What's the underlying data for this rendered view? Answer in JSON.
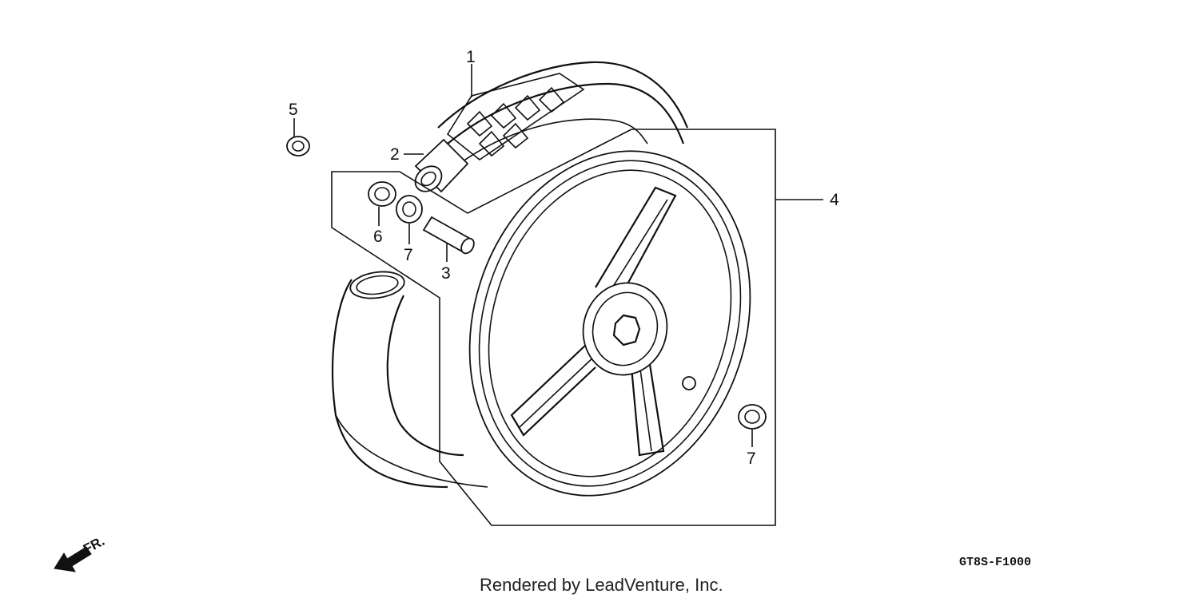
{
  "diagram": {
    "callouts": [
      {
        "id": "1",
        "text": "1"
      },
      {
        "id": "2",
        "text": "2"
      },
      {
        "id": "3",
        "text": "3"
      },
      {
        "id": "4",
        "text": "4"
      },
      {
        "id": "5",
        "text": "5"
      },
      {
        "id": "6",
        "text": "6"
      },
      {
        "id": "7a",
        "text": "7"
      },
      {
        "id": "7b",
        "text": "7"
      }
    ],
    "direction_label": "FR.",
    "diagram_code": "GT8S-F1000",
    "credit": "Rendered by LeadVenture, Inc."
  }
}
